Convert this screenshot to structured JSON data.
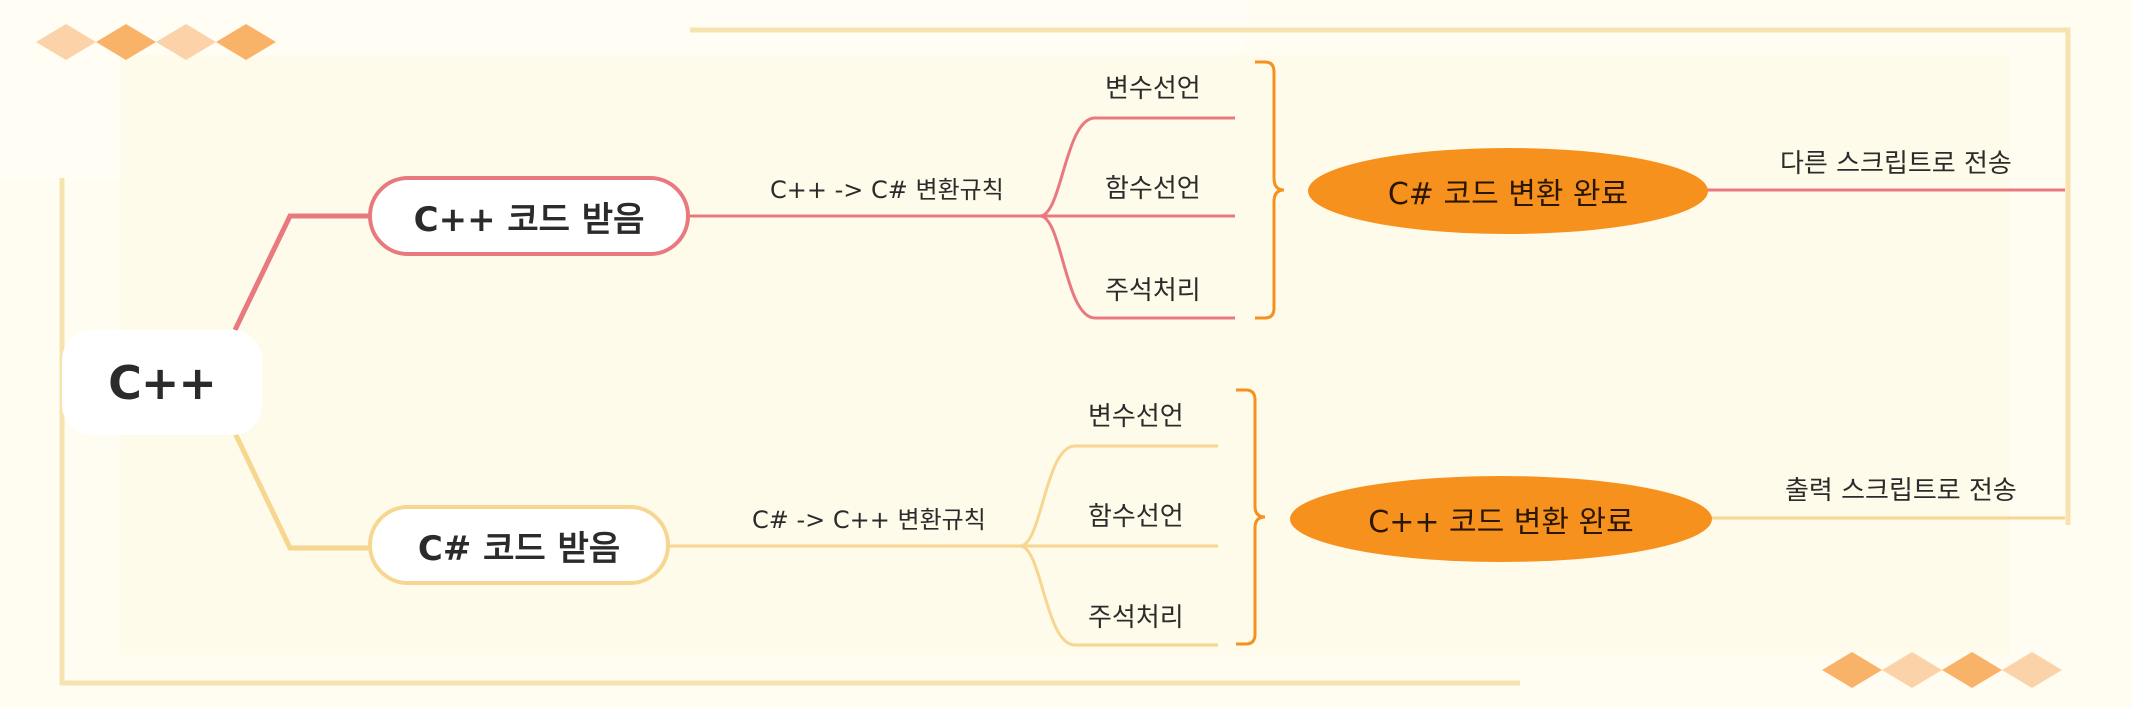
{
  "root": {
    "label": "C++"
  },
  "branches": [
    {
      "node_label": "C++ 코드 받음",
      "rule_label": "C++ -> C# 변환규칙",
      "steps": [
        "변수선언",
        "함수선언",
        "주석처리"
      ],
      "result_label": "C# 코드 변환 완료",
      "output_label": "다른 스크립트로 전송",
      "color": "#e8797f"
    },
    {
      "node_label": "C# 코드 받음",
      "rule_label": "C# -> C++ 변환규칙",
      "steps": [
        "변수선언",
        "함수선언",
        "주석처리"
      ],
      "result_label": "C++ 코드 변환 완료",
      "output_label": "출력 스크립트로 전송",
      "color": "#f6d690"
    }
  ],
  "colors": {
    "accent": "#f7911d",
    "frame": "#f7e3b0",
    "deco_light": "#fcd3a8",
    "deco_dark": "#f9b368"
  }
}
